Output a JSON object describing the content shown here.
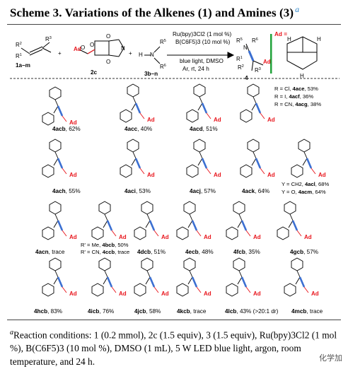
{
  "title": {
    "text": "Scheme 3. Variations of the Alkenes (1) and Amines (3)",
    "sup": "a"
  },
  "scheme": {
    "alkene_label": "1a–m",
    "phth_label": "2c",
    "amine_label": "3b–n",
    "product_label": "4",
    "cond1": "Ru(bpy)3Cl2 (1 mol %)",
    "cond2": "B(C6F5)3 (10 mol %)",
    "cond3": "blue light, DMSO",
    "cond4": "Ar, rt, 24 h",
    "ad_def": "Ad ="
  },
  "compounds": [
    {
      "id": "4acb",
      "yield": ", 62%"
    },
    {
      "id": "4acc",
      "yield": ", 40%"
    },
    {
      "id": "4acd",
      "yield": ", 51%"
    },
    {
      "id": "4ace",
      "yield": ", 53%",
      "note": "R = Cl,"
    },
    {
      "id": "4acf",
      "yield": ", 36%",
      "note": "R = I,"
    },
    {
      "id": "4acg",
      "yield": ", 38%",
      "note": "R = CN,"
    },
    {
      "id": "4ach",
      "yield": ", 55%"
    },
    {
      "id": "4aci",
      "yield": ", 53%"
    },
    {
      "id": "4acj",
      "yield": ", 57%"
    },
    {
      "id": "4ack",
      "yield": ", 64%"
    },
    {
      "id": "4acl",
      "yield": ", 68%",
      "note": "Y = CH2,"
    },
    {
      "id": "4acm",
      "yield": ", 64%",
      "note": "Y = O,"
    },
    {
      "id": "4acn",
      "yield": ", trace"
    },
    {
      "id": "4bcb",
      "yield": ", 50%",
      "note": "R' = Me,"
    },
    {
      "id": "4ccb",
      "yield": ", trace",
      "note": "R' = CN,"
    },
    {
      "id": "4dcb",
      "yield": ", 51%"
    },
    {
      "id": "4ecb",
      "yield": ", 48%"
    },
    {
      "id": "4fcb",
      "yield": ", 35%"
    },
    {
      "id": "4gcb",
      "yield": ", 57%"
    },
    {
      "id": "4hcb",
      "yield": ", 83%"
    },
    {
      "id": "4icb",
      "yield": ", 76%"
    },
    {
      "id": "4jcb",
      "yield": ", 58%"
    },
    {
      "id": "4kcb",
      "yield": ", trace"
    },
    {
      "id": "4lcb",
      "yield": ", 43% (>20:1 dr)"
    },
    {
      "id": "4mcb",
      "yield": ", trace"
    }
  ],
  "footer": {
    "a": "a",
    "text": "Reaction conditions: 1 (0.2 mmol), 2c (1.5 equiv), 3 (1.5 equiv), Ru(bpy)3Cl2 (1 mol %), B(C6F5)3 (10 mol %), DMSO (1 mL), 5 W LED blue light, argon, room temperature, and 24 h."
  },
  "watermark": "化学加",
  "colors": {
    "ad": "#e8141b",
    "accent_bond": "#3b6fd1",
    "divider": "#21a33b",
    "title_sup": "#2e86c8"
  }
}
